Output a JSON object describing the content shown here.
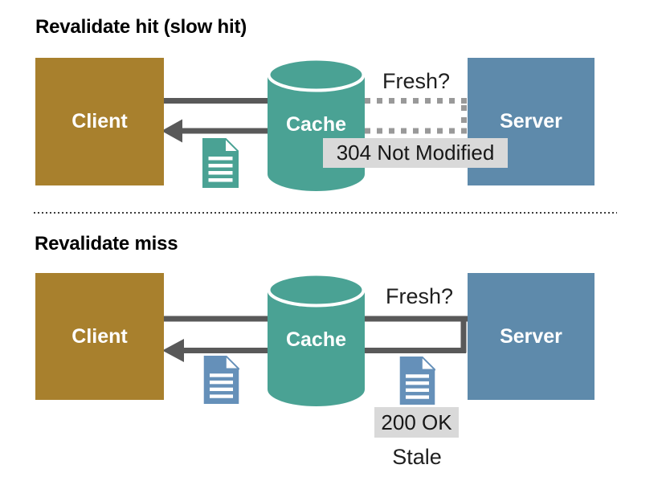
{
  "page": {
    "background": "#ffffff"
  },
  "colors": {
    "client": "#a8802d",
    "cache": "#4aa294",
    "server": "#5e8aab",
    "doc_blue": "#6590b9",
    "arrow": "#595959",
    "dotted": "#999999",
    "label_bg": "#d9d9d9",
    "text": "#1f1f1f"
  },
  "icons": {
    "cached_document": "document-icon",
    "fresh_document": "document-icon"
  },
  "sections": {
    "hit": {
      "title": "Revalidate hit (slow hit)",
      "nodes": {
        "client": "Client",
        "cache": "Cache",
        "server": "Server"
      },
      "request_label": "Fresh?",
      "response_label": "304 Not Modified"
    },
    "miss": {
      "title": "Revalidate miss",
      "nodes": {
        "client": "Client",
        "cache": "Cache",
        "server": "Server"
      },
      "request_label": "Fresh?",
      "response_label": "200 OK",
      "response_note": "Stale"
    }
  }
}
